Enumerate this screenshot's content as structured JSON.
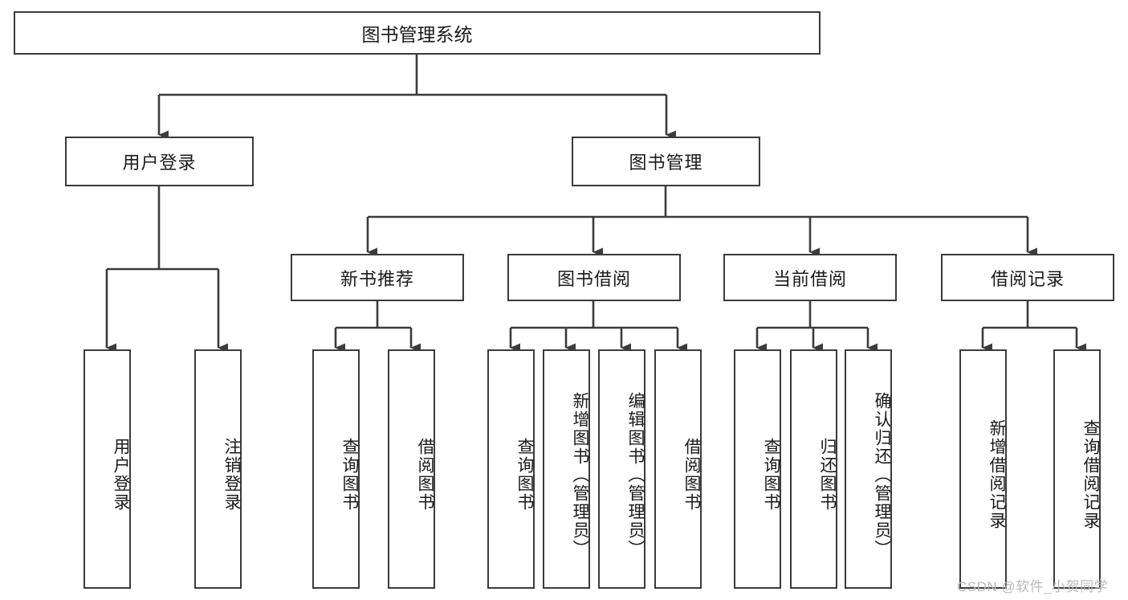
{
  "diagram": {
    "title": "图书管理系统",
    "type": "tree-hierarchy",
    "root": {
      "label": "图书管理系统"
    },
    "level2": [
      {
        "label": "用户登录"
      },
      {
        "label": "图书管理"
      }
    ],
    "level3": [
      {
        "label": "新书推荐"
      },
      {
        "label": "图书借阅"
      },
      {
        "label": "当前借阅"
      },
      {
        "label": "借阅记录"
      }
    ],
    "leaves": [
      {
        "label": "用户登录",
        "parent": "用户登录"
      },
      {
        "label": "注销登录",
        "parent": "用户登录"
      },
      {
        "label": "查询图书",
        "parent": "新书推荐"
      },
      {
        "label": "借阅图书",
        "parent": "新书推荐"
      },
      {
        "label": "查询图书",
        "parent": "图书借阅"
      },
      {
        "label": "新增图书（管理员）",
        "parent": "图书借阅"
      },
      {
        "label": "编辑图书（管理员）",
        "parent": "图书借阅"
      },
      {
        "label": "借阅图书",
        "parent": "图书借阅"
      },
      {
        "label": "查询图书",
        "parent": "当前借阅"
      },
      {
        "label": "归还图书",
        "parent": "当前借阅"
      },
      {
        "label": "确认归还（管理员）",
        "parent": "当前借阅"
      },
      {
        "label": "新增借阅记录",
        "parent": "借阅记录"
      },
      {
        "label": "查询借阅记录",
        "parent": "借阅记录"
      }
    ],
    "watermark": "CSDN @软件_小贺同学",
    "colors": {
      "stroke": "#3b3b3b",
      "fill": "#ffffff",
      "text": "#1a1a1a",
      "watermark": "#b9b9b9"
    }
  }
}
